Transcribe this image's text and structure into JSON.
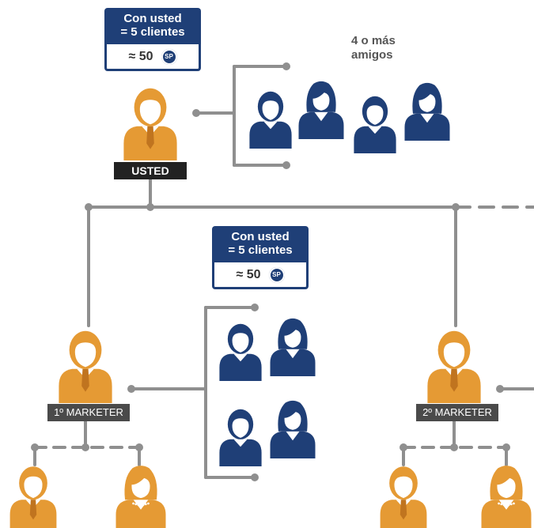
{
  "colors": {
    "line": "#8f8f8f",
    "orange": "#e59a34",
    "navy": "#1f3f77",
    "label_dark": "#222222",
    "label_gray": "#4a4a4a"
  },
  "top_badge": {
    "line1": "Con usted",
    "line2": "= 5 clientes",
    "value": "≈ 50",
    "icon_text": "SP"
  },
  "mid_badge": {
    "line1": "Con usted",
    "line2": "= 5 clientes",
    "value": "≈ 50",
    "icon_text": "SP"
  },
  "friends_note": {
    "line1": "4 o más",
    "line2": "amigos"
  },
  "labels": {
    "usted": "USTED",
    "marketer1": "1º MARKETER",
    "marketer2": "2º MARKETER"
  }
}
